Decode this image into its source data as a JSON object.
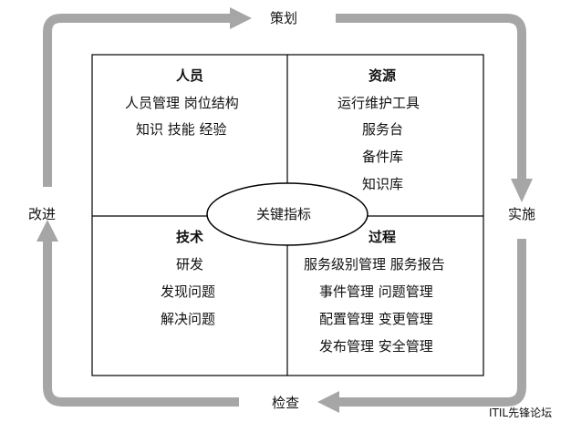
{
  "cycle": {
    "top": "策划",
    "right": "实施",
    "bottom": "检查",
    "left": "改进"
  },
  "center": "关键指标",
  "quadrants": {
    "people": {
      "title": "人员",
      "lines": [
        "人员管理  岗位结构",
        "知识  技能  经验"
      ]
    },
    "resources": {
      "title": "资源",
      "lines": [
        "运行维护工具",
        "服务台",
        "备件库",
        "知识库"
      ]
    },
    "technology": {
      "title": "技术",
      "lines": [
        "研发",
        "发现问题",
        "解决问题"
      ]
    },
    "process": {
      "title": "过程",
      "lines": [
        "服务级别管理  服务报告",
        "事件管理  问题管理",
        "配置管理  变更管理",
        "发布管理  安全管理"
      ]
    }
  },
  "watermark": "ITIL先锋论坛",
  "colors": {
    "arrow": "#a6a6a6",
    "border": "#000000"
  }
}
